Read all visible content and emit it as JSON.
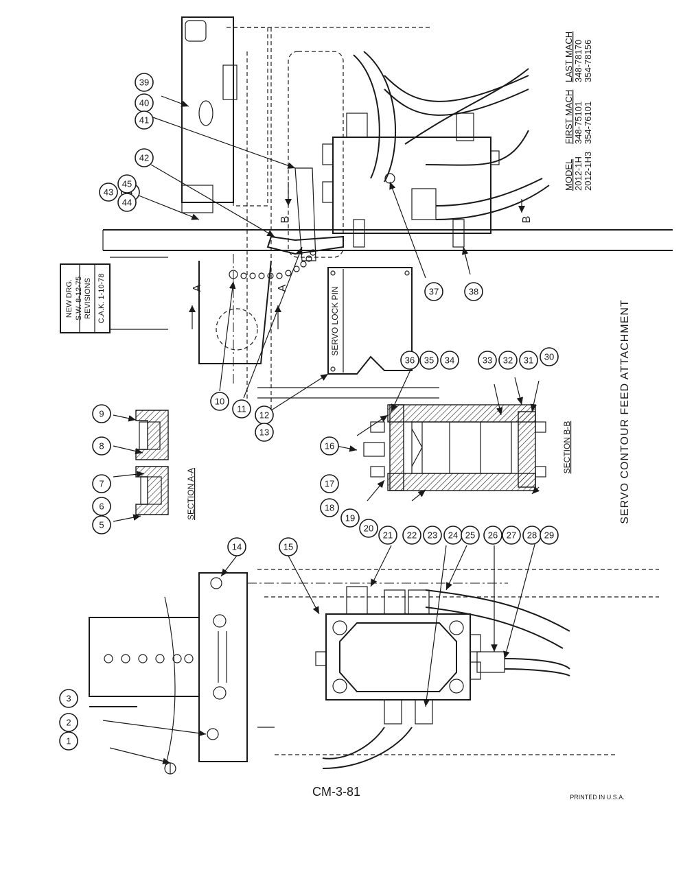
{
  "title": "SERVO CONTOUR FEED ATTACHMENT",
  "drawing_number": "CM-3-81",
  "printed": "PRINTED IN U.S.A.",
  "revisions": {
    "line1": "NEW DRG.",
    "line2": "S.W. 8-12-75",
    "heading": "REVISIONS",
    "line3": "C.A.K. 1-10-78"
  },
  "model_table": {
    "headers": [
      "MODEL",
      "FIRST MACH",
      "LAST MACH"
    ],
    "rows": [
      [
        "2012-1H",
        "348-75101",
        "348-78170"
      ],
      [
        "2012-1H3",
        "354-76101",
        "354-78156"
      ]
    ]
  },
  "labels": {
    "servo_lock_pin": "SERVO LOCK PIN",
    "section_aa": "SECTION A-A",
    "section_bb": "SECTION B-B",
    "cut_a": "A",
    "cut_b": "B"
  },
  "callouts": [
    "1",
    "2",
    "3",
    "4",
    "5",
    "6",
    "7",
    "8",
    "9",
    "10",
    "11",
    "12",
    "13",
    "14",
    "15",
    "16",
    "17",
    "18",
    "19",
    "20",
    "21",
    "22",
    "23",
    "24",
    "25",
    "26",
    "27",
    "28",
    "29",
    "30",
    "31",
    "32",
    "33",
    "34",
    "35",
    "36",
    "37",
    "38",
    "39",
    "40",
    "41",
    "42",
    "43",
    "44",
    "45"
  ]
}
